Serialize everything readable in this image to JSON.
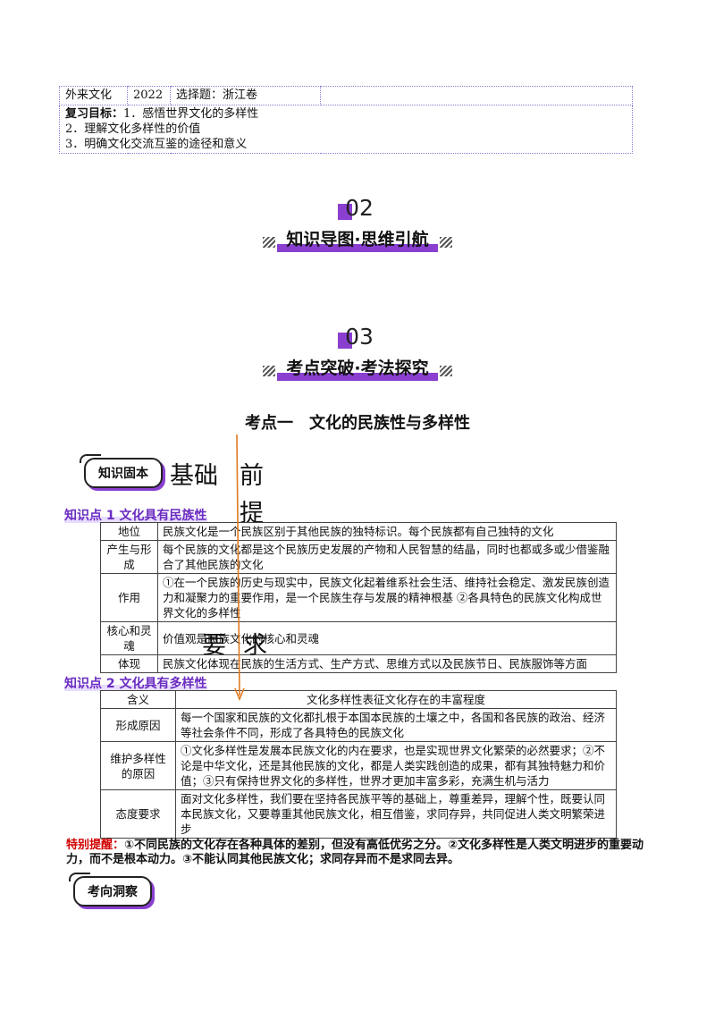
{
  "header": {
    "cells": [
      "外来文化",
      "2022",
      "选择题：浙江卷"
    ],
    "goal_label": "复习目标：",
    "goals": [
      "1．感悟世界文化的多样性",
      "2．理解文化多样性的价值",
      "3．明确文化交流互鉴的途径和意义"
    ]
  },
  "sections": [
    {
      "num": "02",
      "title": "知识导图·思维引航"
    },
    {
      "num": "03",
      "title": "考点突破·考法探究"
    }
  ],
  "kaodian_title": "考点一　文化的民族性与多样性",
  "tag_basic": "知识固本",
  "tag_direction": "考向洞察",
  "handwriting": [
    "基础",
    "前",
    "提",
    "要",
    "求"
  ],
  "kp1": {
    "title": "知识点 1  文化具有民族性",
    "rows": [
      {
        "label": "地位",
        "text": "民族文化是一个民族区别于其他民族的独特标识。每个民族都有自己独特的文化"
      },
      {
        "label": "产生与形成",
        "text": "每个民族的文化都是这个民族历史发展的产物和人民智慧的结晶，同时也都或多或少借鉴融合了其他民族的文化"
      },
      {
        "label": "作用",
        "text": "①在一个民族的历史与现实中，民族文化起着维系社会生活、维持社会稳定、激发民族创造力和凝聚力的重要作用，是一个民族生存与发展的精神根基 ②各具特色的民族文化构成世界文化的多样性"
      },
      {
        "label": "核心和灵魂",
        "text": "价值观是民族文化的核心和灵魂"
      },
      {
        "label": "体现",
        "text": "民族文化体现在民族的生活方式、生产方式、思维方式以及民族节日、民族服饰等方面"
      }
    ]
  },
  "kp2": {
    "title": "知识点 2  文化具有多样性",
    "rows": [
      {
        "label": "含义",
        "text": "文化多样性表征文化存在的丰富程度"
      },
      {
        "label": "形成原因",
        "text": "每一个国家和民族的文化都扎根于本国本民族的土壤之中，各国和各民族的政治、经济等社会条件不同，形成了各具特色的民族文化"
      },
      {
        "label": "维护多样性的原因",
        "text": "①文化多样性是发展本民族文化的内在要求，也是实现世界文化繁荣的必然要求；②不论是中华文化，还是其他民族的文化，都是人类实践创造的成果，都有其独特魅力和价值；③只有保持世界文化的多样性，世界才更加丰富多彩，充满生机与活力"
      },
      {
        "label": "态度要求",
        "text": "面对文化多样性，我们要在坚持各民族平等的基础上，尊重差异，理解个性，既要认同本民族文化，又要尊重其他民族文化，相互借鉴，求同存异，共同促进人类文明繁荣进步"
      }
    ]
  },
  "tip": {
    "label": "特别提醒：",
    "text": "①不同民族的文化存在各种具体的差别，但没有高低优劣之分。②文化多样性是人类文明进步的重要动力，而不是根本动力。③不能认同其他民族文化；求同存异而不是求同去异。"
  },
  "colors": {
    "accent": "#8a3fd1",
    "kp_title": "#6a2cc0",
    "tip_red": "#d10000",
    "arrow": "#e07a1f"
  }
}
